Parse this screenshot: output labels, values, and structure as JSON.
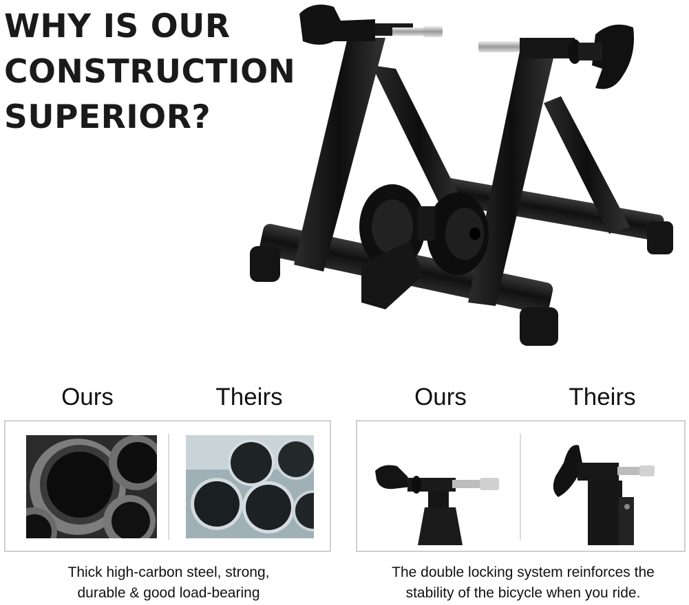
{
  "headline": {
    "line1": "WHY IS OUR",
    "line2": "CONSTRUCTION",
    "line3": "SUPERIOR?"
  },
  "comparison_left": {
    "ours_label": "Ours",
    "theirs_label": "Theirs",
    "caption_line1": "Thick high-carbon steel, strong,",
    "caption_line2": "durable & good load-bearing"
  },
  "comparison_right": {
    "ours_label": "Ours",
    "theirs_label": "Theirs",
    "caption_line1": "The double locking system reinforces the",
    "caption_line2": "stability of the bicycle when you ride."
  },
  "colors": {
    "frame": "#1b1b1b",
    "panel_border": "#cfcfcf"
  }
}
